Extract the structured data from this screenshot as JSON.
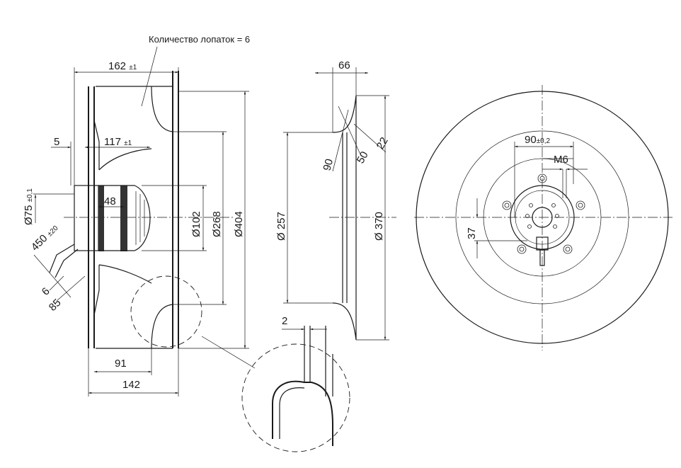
{
  "note": "Количество лопаток = 6",
  "side_view": {
    "dim_overall": {
      "value": "162",
      "tol": "±1"
    },
    "dim_offset": "5",
    "dim_blade": {
      "value": "117",
      "tol": "±1"
    },
    "dim_shaft": {
      "value": "Ø75",
      "tol": "±0,1"
    },
    "dim_cable": {
      "value": "450",
      "tol": "±20"
    },
    "dim_cable_end": "6",
    "dim_cable_strip": "85",
    "dim_motor_len": "48",
    "dim_d102": "Ø102",
    "dim_d268": "Ø268",
    "dim_d404": "Ø404",
    "dim_91": "91",
    "dim_142": "142"
  },
  "nozzle_view": {
    "dim_66": "66",
    "dim_90": "90",
    "dim_50": "50",
    "dim_22": "22",
    "dim_d257": "Ø 257",
    "dim_d370": "Ø 370",
    "dim_2": "2"
  },
  "front_view": {
    "dim_bolt": {
      "value": "90",
      "tol": "±0,2"
    },
    "dim_thread": "M6",
    "dim_37": "37"
  }
}
